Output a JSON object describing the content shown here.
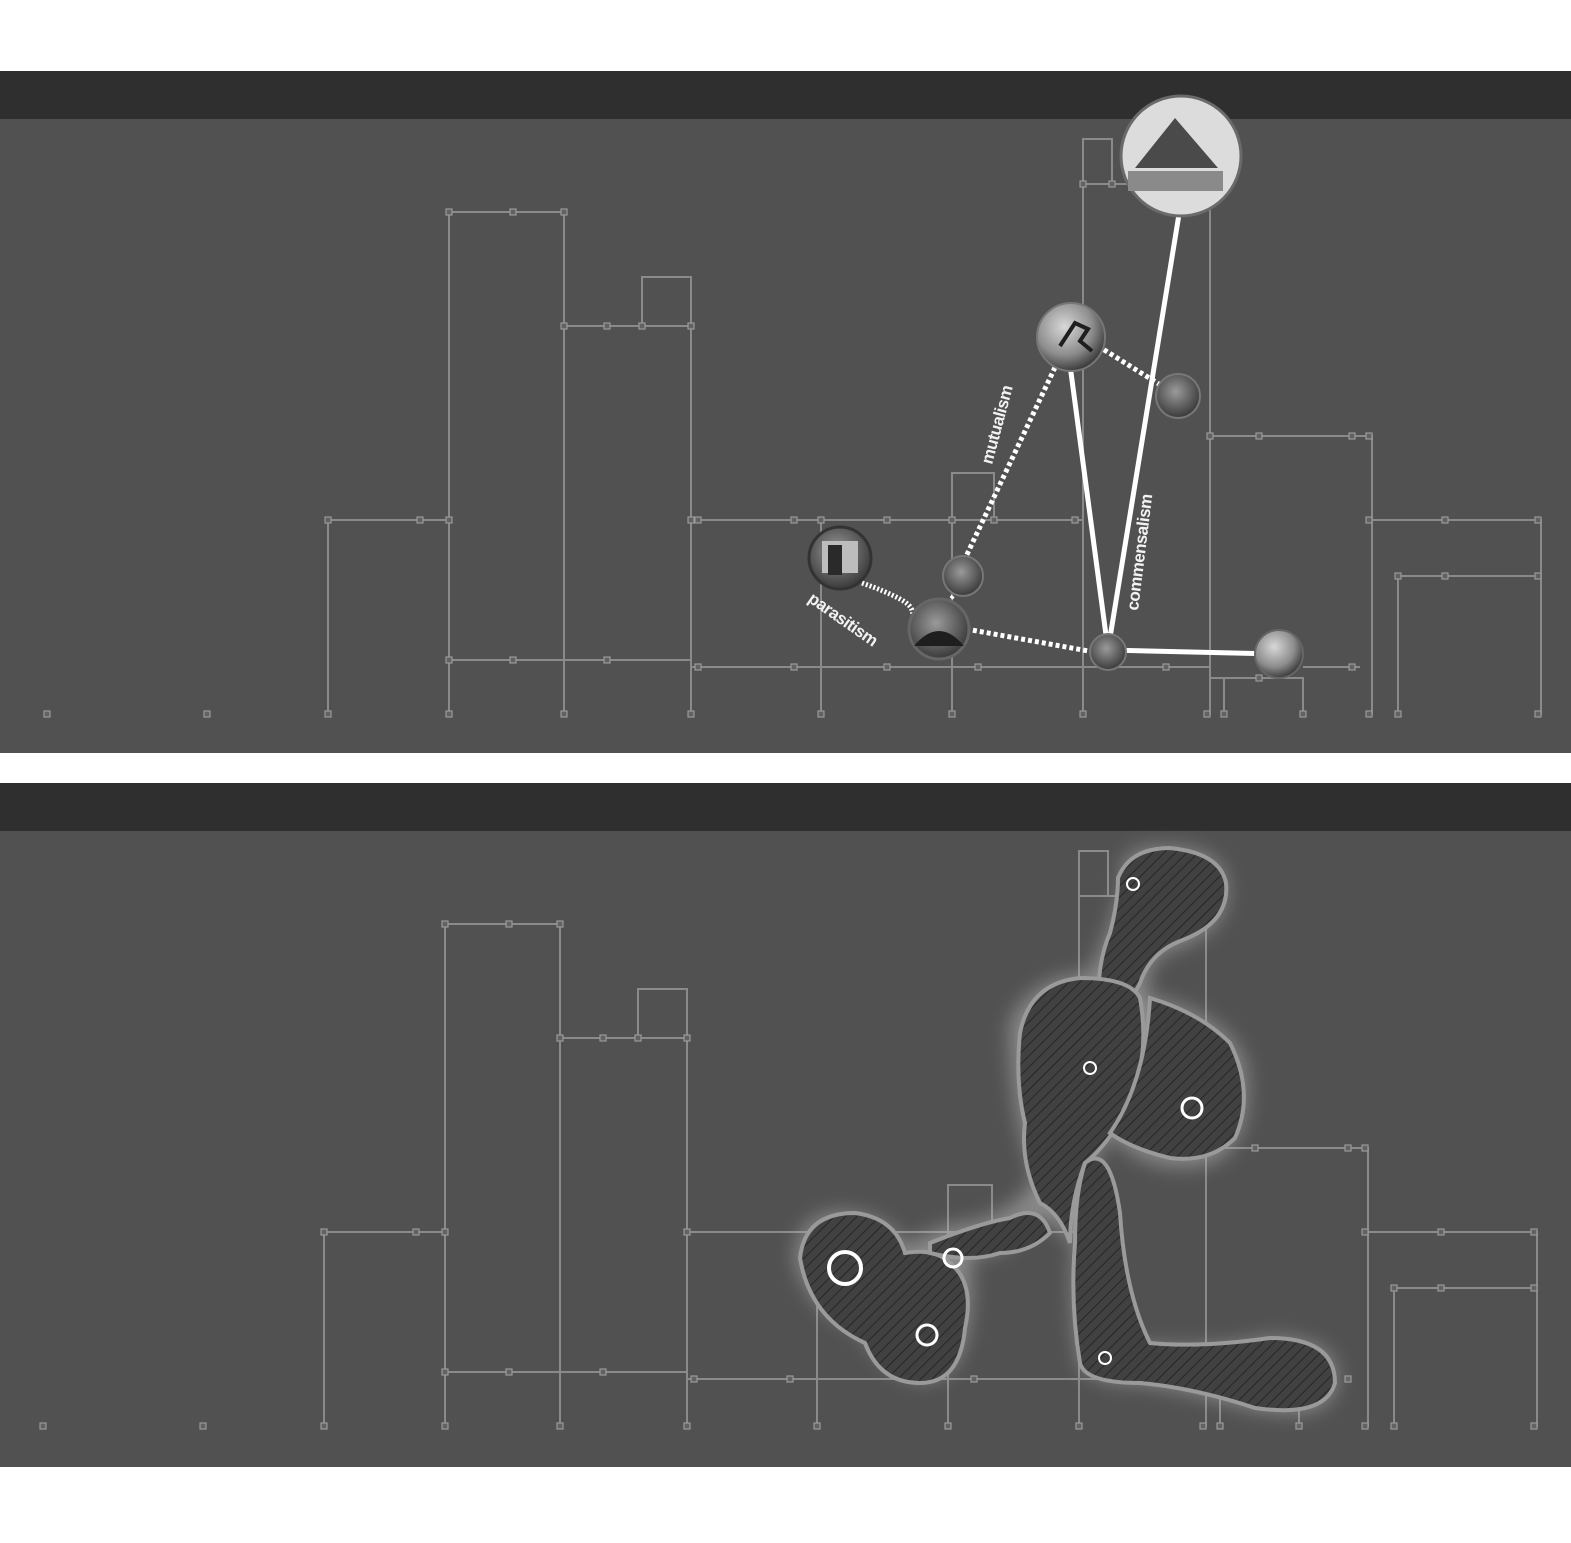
{
  "labels": {
    "mutualism": "mutualism",
    "commensalism": "commensalism",
    "parasitism": "parasitism"
  },
  "colors": {
    "background": "#515151",
    "header": "#2f2f2f",
    "grid_line": "#8a8a8a",
    "link": "#ffffff",
    "blob": "#3c3c3c"
  }
}
